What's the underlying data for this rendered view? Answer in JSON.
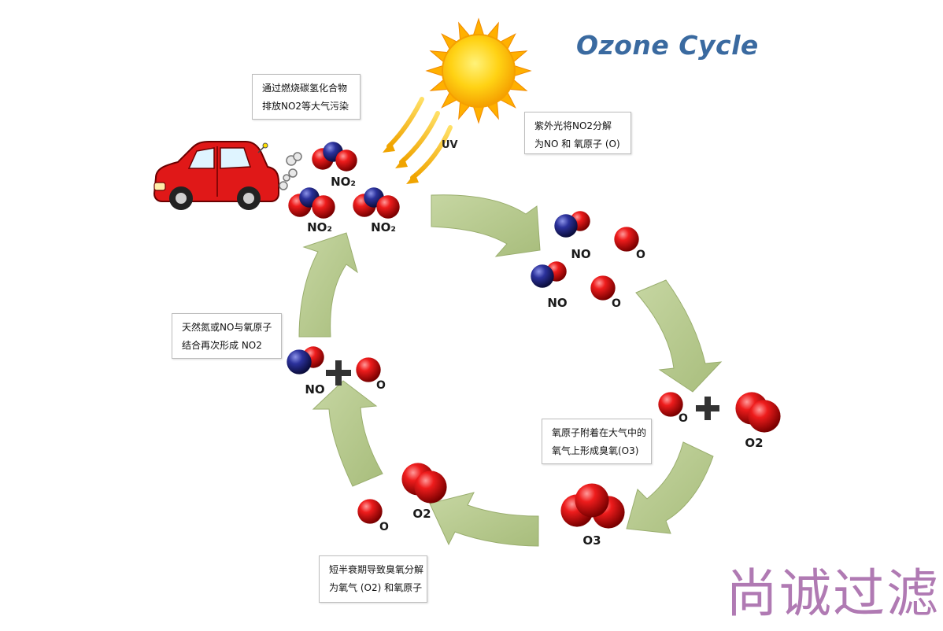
{
  "title": "Ozone Cycle",
  "uv_label": "UV",
  "watermark": "尚诚过滤",
  "notes": {
    "emission": [
      "通过燃烧碳氢化合物",
      "排放NO2等大气污染"
    ],
    "uv_split": [
      "紫外光将NO2分解",
      "为NO 和 氧原子 (O)"
    ],
    "recombine": [
      "天然氮或NO与氧原子",
      "结合再次形成 NO2"
    ],
    "ozone_form": [
      "氧原子附着在大气中的",
      "氧气上形成臭氧(O3)"
    ],
    "decay": [
      "短半衰期导致臭氧分解",
      "为氧气 (O2) 和氧原子"
    ]
  },
  "labels": {
    "no2_a": "NO₂",
    "no2_b": "NO₂",
    "no2_c": "NO₂",
    "no_a": "NO",
    "no_b": "NO",
    "o_a": "O",
    "o_b": "O",
    "o_c": "O",
    "o2_right": "O2",
    "o3": "O3",
    "o_bottom": "O",
    "o2_bottom": "O2",
    "no_left": "NO",
    "o_left": "O"
  },
  "colors": {
    "arrow_fill": "#b6c98f",
    "oxygen": "#e01010",
    "nitrogen": "#2a2f8c",
    "sun": "#ffc20a",
    "car": "#e01818",
    "title": "#3a6aa0",
    "watermark": "#b07ab3"
  }
}
